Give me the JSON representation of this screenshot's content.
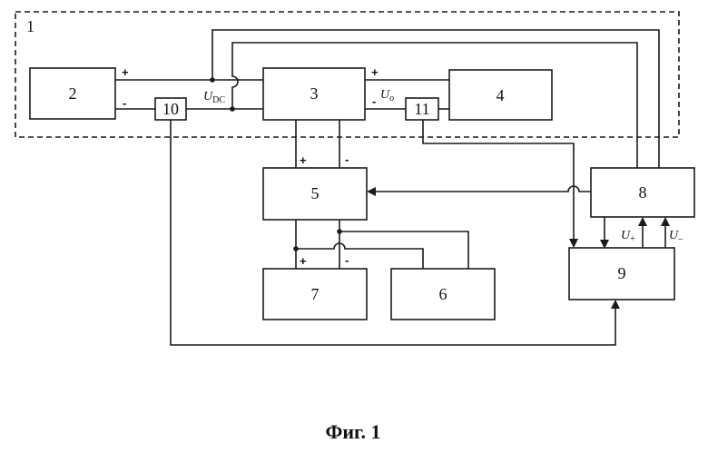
{
  "frame_label": "1",
  "blocks": {
    "b2": "2",
    "b3": "3",
    "b4": "4",
    "b5": "5",
    "b6": "6",
    "b7": "7",
    "b8": "8",
    "b9": "9",
    "b10": "10",
    "b11": "11"
  },
  "polarity": {
    "plus": "+",
    "minus": "-"
  },
  "voltages": {
    "udc_main": "U",
    "udc_sub": "DC",
    "uo_main": "U",
    "uo_sub": "o",
    "uplus_main": "U",
    "uplus_sub": "+",
    "uminus_main": "U",
    "uminus_sub": "–"
  },
  "caption": "Фиг. 1"
}
